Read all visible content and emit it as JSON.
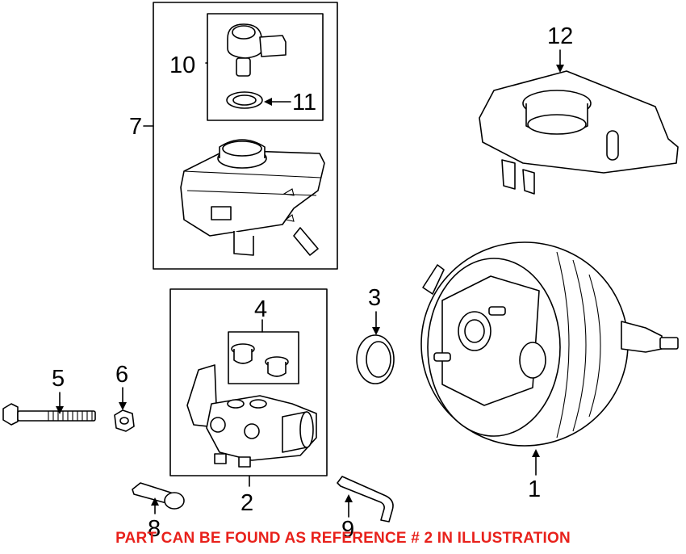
{
  "callouts": {
    "c1": "1",
    "c2": "2",
    "c3": "3",
    "c4": "4",
    "c5": "5",
    "c6": "6",
    "c7": "7",
    "c8": "8",
    "c9": "9",
    "c10": "10",
    "c11": "11",
    "c12": "12"
  },
  "note": "PART CAN BE FOUND AS REFERENCE # 2 IN ILLUSTRATION",
  "colors": {
    "note": "#e8211b",
    "linework": "#000000"
  }
}
